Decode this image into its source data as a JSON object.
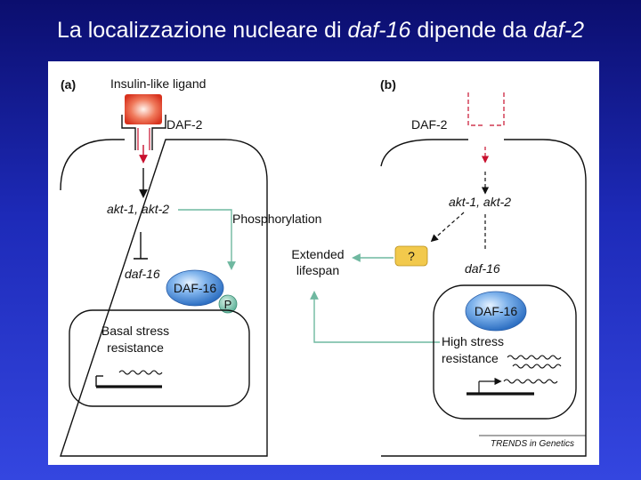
{
  "slide": {
    "title_parts": [
      "La localizzazione nucleare di ",
      "daf-16",
      " dipende da ",
      "daf-2"
    ]
  },
  "colors": {
    "background_top": "#0b0e6e",
    "background_bottom": "#3446e0",
    "title_text": "#ffffff",
    "ligand": "#e8442a",
    "dashed_receptor": "#c8102e",
    "green_arrow": "#6fb8a0",
    "daf16_protein": "#4a8fd9",
    "phospho_badge": "#5fb39a",
    "unknown_box": "#f2c94c"
  },
  "figure": {
    "panel_a": {
      "label": "(a)",
      "ligand": "Insulin-like ligand",
      "receptor": "DAF-2",
      "kinases": "akt-1, akt-2",
      "process": "Phosphorylation",
      "gene": "daf-16",
      "protein": "DAF-16",
      "phospho": "P",
      "nucleus_line1": "Basal stress",
      "nucleus_line2": "resistance"
    },
    "panel_b": {
      "label": "(b)",
      "receptor": "DAF-2",
      "kinases": "akt-1, akt-2",
      "unknown": "?",
      "gene": "daf-16",
      "protein": "DAF-16",
      "nucleus_line1": "High stress",
      "nucleus_line2": "resistance"
    },
    "outcome_line1": "Extended",
    "outcome_line2": "lifespan",
    "credit": "TRENDS in Genetics"
  }
}
